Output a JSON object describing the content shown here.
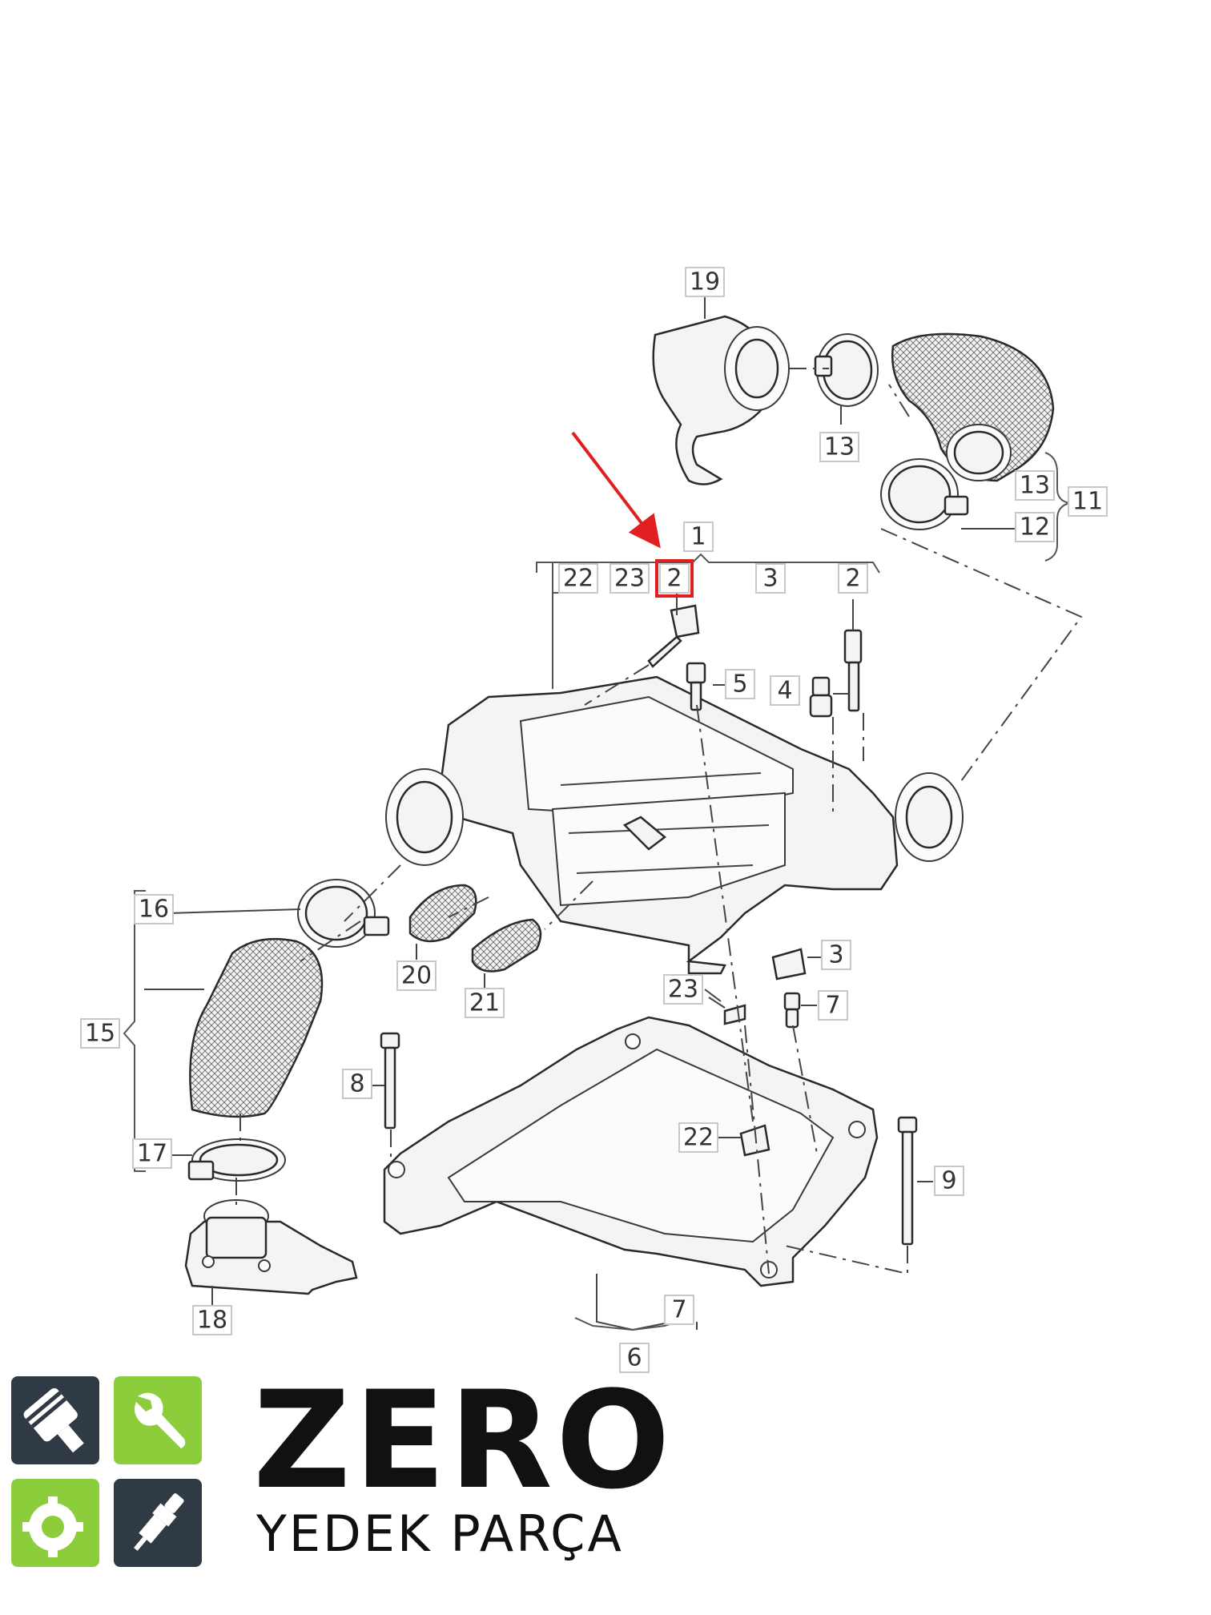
{
  "callouts": [
    {
      "id": "c19",
      "text": "19"
    },
    {
      "id": "c13a",
      "text": "13"
    },
    {
      "id": "c13b",
      "text": "13"
    },
    {
      "id": "c11",
      "text": "11"
    },
    {
      "id": "c12",
      "text": "12"
    },
    {
      "id": "c1",
      "text": "1"
    },
    {
      "id": "c22a",
      "text": "22"
    },
    {
      "id": "c23a",
      "text": "23"
    },
    {
      "id": "c2a",
      "text": "2"
    },
    {
      "id": "c3a",
      "text": "3"
    },
    {
      "id": "c2b",
      "text": "2"
    },
    {
      "id": "c5",
      "text": "5"
    },
    {
      "id": "c4",
      "text": "4"
    },
    {
      "id": "c16",
      "text": "16"
    },
    {
      "id": "c20",
      "text": "20"
    },
    {
      "id": "c21",
      "text": "21"
    },
    {
      "id": "c3b",
      "text": "3"
    },
    {
      "id": "c23b",
      "text": "23"
    },
    {
      "id": "c7a",
      "text": "7"
    },
    {
      "id": "c15",
      "text": "15"
    },
    {
      "id": "c8",
      "text": "8"
    },
    {
      "id": "c22b",
      "text": "22"
    },
    {
      "id": "c9",
      "text": "9"
    },
    {
      "id": "c17",
      "text": "17"
    },
    {
      "id": "c18",
      "text": "18"
    },
    {
      "id": "c7b",
      "text": "7"
    },
    {
      "id": "c6",
      "text": "6"
    }
  ],
  "highlight": {
    "callout_id": "c2a",
    "color": "#e02020"
  },
  "brand": {
    "name": "ZERO",
    "tagline": "YEDEK PARÇA",
    "tile_colors": [
      "#2f3a44",
      "#8ccd3c",
      "#8ccd3c",
      "#2f3a44"
    ],
    "icons": [
      "piston-icon",
      "wrench-icon",
      "gear-icon",
      "spark-plug-icon"
    ]
  },
  "colors": {
    "line": "#2a2a2a",
    "label_border": "#c8c8c8",
    "arrow": "#e02020"
  }
}
